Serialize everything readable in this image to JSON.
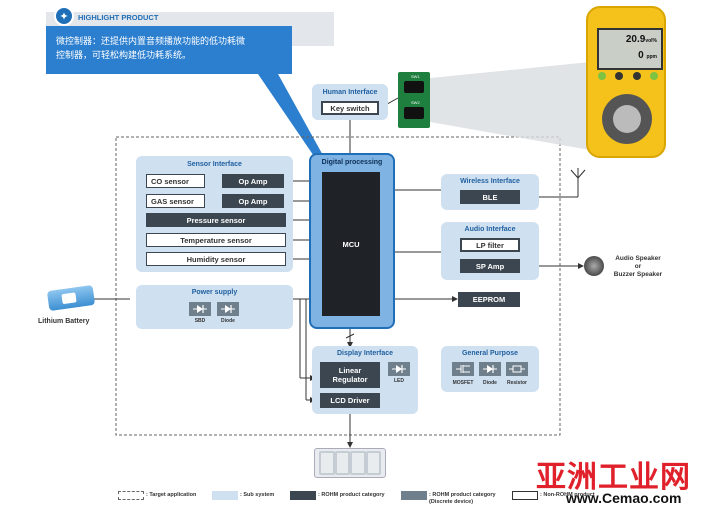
{
  "highlight": {
    "title": "HIGHLIGHT PRODUCT",
    "text_line1": "微控制器：还提供内置音频播放功能的低功耗微",
    "text_line2": "控制器，可轻松构建低功耗系统。"
  },
  "human_interface": {
    "title": "Human Interface",
    "key_switch": "Key switch"
  },
  "sensor_interface": {
    "title": "Sensor Interface",
    "co_sensor": "CO sensor",
    "gas_sensor": "GAS sensor",
    "op_amp_1": "Op Amp",
    "op_amp_2": "Op Amp",
    "pressure_sensor": "Pressure sensor",
    "temperature_sensor": "Temperature sensor",
    "humidity_sensor": "Humidity sensor"
  },
  "digital_processing": {
    "title": "Digital processing",
    "mcu": "MCU"
  },
  "power_supply": {
    "title": "Power supply",
    "sbd": "SBD",
    "diode": "Diode"
  },
  "battery": {
    "label": "Lithium Battery"
  },
  "wireless_interface": {
    "title": "Wireless Interface",
    "ble": "BLE"
  },
  "audio_interface": {
    "title": "Audio Interface",
    "lp_filter": "LP filter",
    "sp_amp": "SP Amp"
  },
  "speaker": {
    "line1": "Audio Speaker",
    "line2": "or",
    "line3": "Buzzer Speaker"
  },
  "eeprom": "EEPROM",
  "display_interface": {
    "title": "Display Interface",
    "linear_regulator_1": "Linear",
    "linear_regulator_2": "Regulator",
    "led": "LED",
    "lcd_driver": "LCD Driver"
  },
  "general_purpose": {
    "title": "General Purpose",
    "mosfet": "MOSFET",
    "diode": "Diode",
    "resistor": "Resistor"
  },
  "switch_labels": {
    "sw1": "SW1",
    "sw2": "SW2"
  },
  "device": {
    "reading1": "20.9",
    "unit1": "vol%",
    "reading2": "0",
    "unit2": "ppm"
  },
  "legend": {
    "target": ": Target application",
    "subsystem": ": Sub system",
    "rohm_category": ": ROHM product category",
    "rohm_discrete_1": ": ROHM product category",
    "rohm_discrete_2": "(Discrete device)",
    "non_rohm": ": Non-ROHM product"
  },
  "watermark": {
    "cn": "亚洲工业网",
    "url": "www.Cemao.com"
  },
  "colors": {
    "subsystem_fill": "#cfe0f1",
    "rohm_dark": "#3b4650",
    "rohm_discrete": "#6f7f8c",
    "accent_blue": "#1f6fb8",
    "watermark_red": "#e0202a"
  }
}
